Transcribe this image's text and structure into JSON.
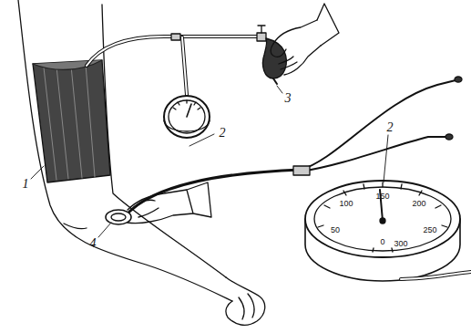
{
  "diagram": {
    "labels": [
      "2",
      "3",
      "1",
      "4",
      "2",
      "100",
      "150",
      "200",
      "50",
      "250",
      "0",
      "300"
    ]
  }
}
